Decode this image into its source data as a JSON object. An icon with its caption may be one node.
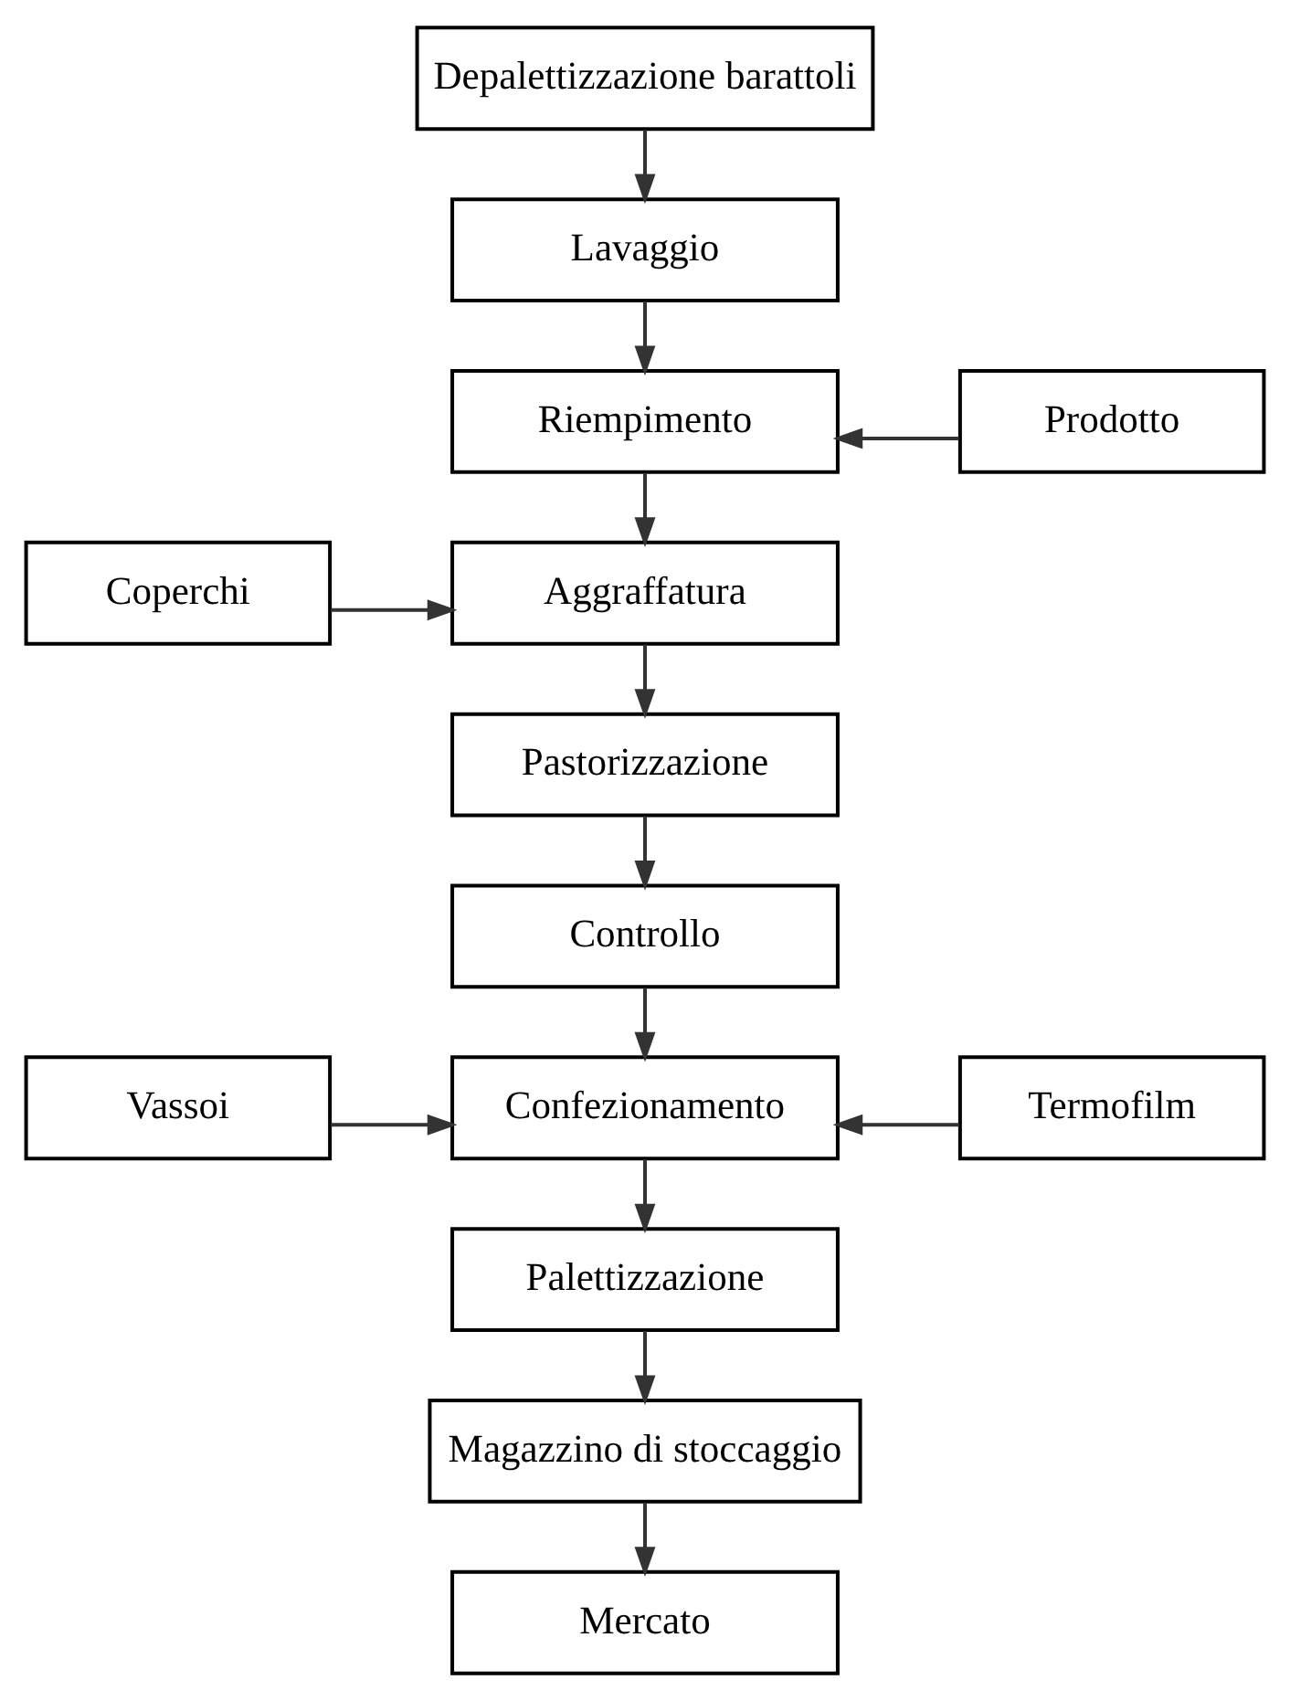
{
  "diagram": {
    "nodes": [
      {
        "text": [
          "Depalettizzazione barattoli"
        ]
      },
      {
        "text": [
          "Lavaggio"
        ]
      },
      {
        "text": [
          "Riempimento"
        ]
      },
      {
        "text": [
          "Prodotto"
        ]
      },
      {
        "text": [
          "Coperchi"
        ]
      },
      {
        "text": [
          "Aggraffatura"
        ]
      },
      {
        "text": [
          "Pastorizzazione"
        ]
      },
      {
        "text": [
          "Controllo"
        ]
      },
      {
        "text": [
          "Vassoi"
        ]
      },
      {
        "text": [
          "Confezionamento"
        ]
      },
      {
        "text": [
          "Termofilm"
        ]
      },
      {
        "text": [
          "Palettizzazione"
        ]
      },
      {
        "text": [
          "Magazzino di stoccaggio"
        ]
      },
      {
        "text": [
          "Mercato"
        ]
      }
    ],
    "edges": [
      {
        "from": 0,
        "to": 1,
        "arrow": "to"
      },
      {
        "from": 1,
        "to": 2,
        "arrow": "to"
      },
      {
        "from": 3,
        "to": 2,
        "arrow": "to"
      },
      {
        "from": 2,
        "to": 5,
        "arrow": "to"
      },
      {
        "from": 4,
        "to": 5,
        "arrow": "to"
      },
      {
        "from": 5,
        "to": 6,
        "arrow": "to"
      },
      {
        "from": 6,
        "to": 7,
        "arrow": "to"
      },
      {
        "from": 7,
        "to": 9,
        "arrow": "to"
      },
      {
        "from": 8,
        "to": 9,
        "arrow": "to"
      },
      {
        "from": 10,
        "to": 9,
        "arrow": "to"
      },
      {
        "from": 9,
        "to": 11,
        "arrow": "to"
      },
      {
        "from": 11,
        "to": 12,
        "arrow": "to"
      },
      {
        "from": 12,
        "to": 13,
        "arrow": "to"
      }
    ]
  }
}
